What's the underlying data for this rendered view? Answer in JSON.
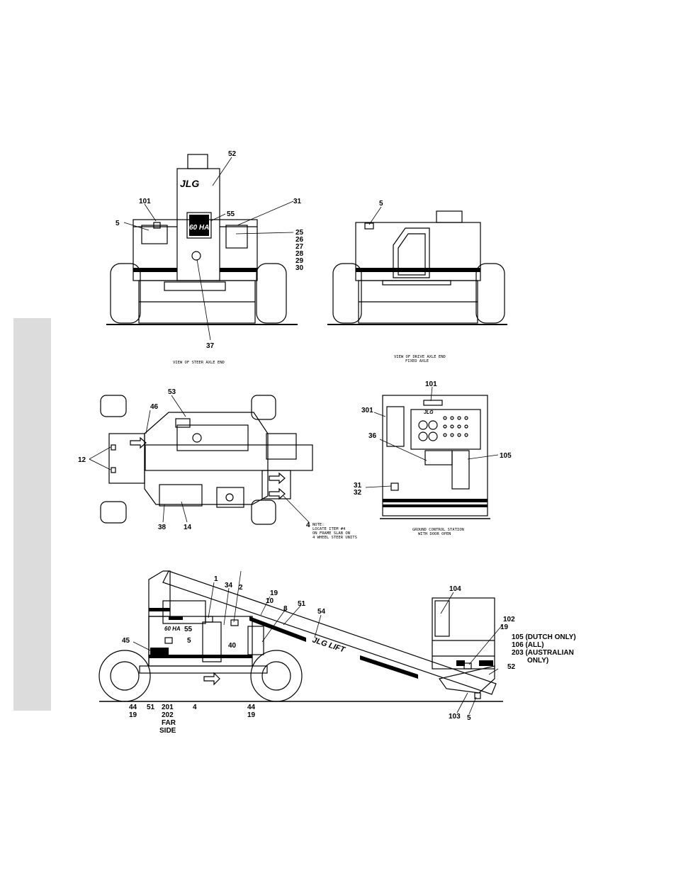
{
  "brand": {
    "logo": "JLG",
    "model_badge": "60 HA",
    "boom_logo": "JLG LIFT"
  },
  "steer_view": {
    "caption": "VIEW OF STEER AXLE END",
    "callouts": {
      "c52": "52",
      "c101": "101",
      "c5": "5",
      "c55": "55",
      "c31": "31",
      "c25": "25",
      "c26": "26",
      "c27": "27",
      "c28": "28",
      "c29": "29",
      "c30": "30",
      "c37": "37"
    }
  },
  "drive_view": {
    "caption_line1": "VIEW OF DRIVE AXLE END",
    "caption_line2": "FIXED AXLE",
    "callouts": {
      "c5": "5"
    }
  },
  "top_view": {
    "callouts": {
      "c53": "53",
      "c46": "46",
      "c12": "12",
      "c38": "38",
      "c14": "14",
      "c4": "4"
    },
    "note_line1": "NOTE:",
    "note_line2": "LOCATE ITEM #4",
    "note_line3": "ON FRAME SLAB ON",
    "note_line4": "4 WHEEL STEER UNITS"
  },
  "ground_station": {
    "caption_line1": "GROUND CONTROL STATION",
    "caption_line2": "WITH DOOR OPEN",
    "callouts": {
      "c101": "101",
      "c301": "301",
      "c36": "36",
      "c105": "105",
      "c31": "31",
      "c32": "32"
    }
  },
  "side_view": {
    "callouts": {
      "c1": "1",
      "c34": "34",
      "c2": "2",
      "c19a": "19",
      "c10": "10",
      "c8": "8",
      "c51a": "51",
      "c54": "54",
      "c55": "55",
      "c5a": "5",
      "c40": "40",
      "c45": "45",
      "c44a": "44",
      "c19b": "19",
      "c51b": "51",
      "c201": "201",
      "c202": "202",
      "far": "FAR",
      "side": "SIDE",
      "c4": "4",
      "c44b": "44",
      "c19c": "19",
      "c104": "104",
      "c102": "102",
      "c19d": "19",
      "c105": "105 (DUTCH ONLY)",
      "c106": "106 (ALL)",
      "c203": "203 (AUSTRALIAN",
      "only": "ONLY)",
      "c52": "52",
      "c103": "103",
      "c5b": "5"
    }
  }
}
